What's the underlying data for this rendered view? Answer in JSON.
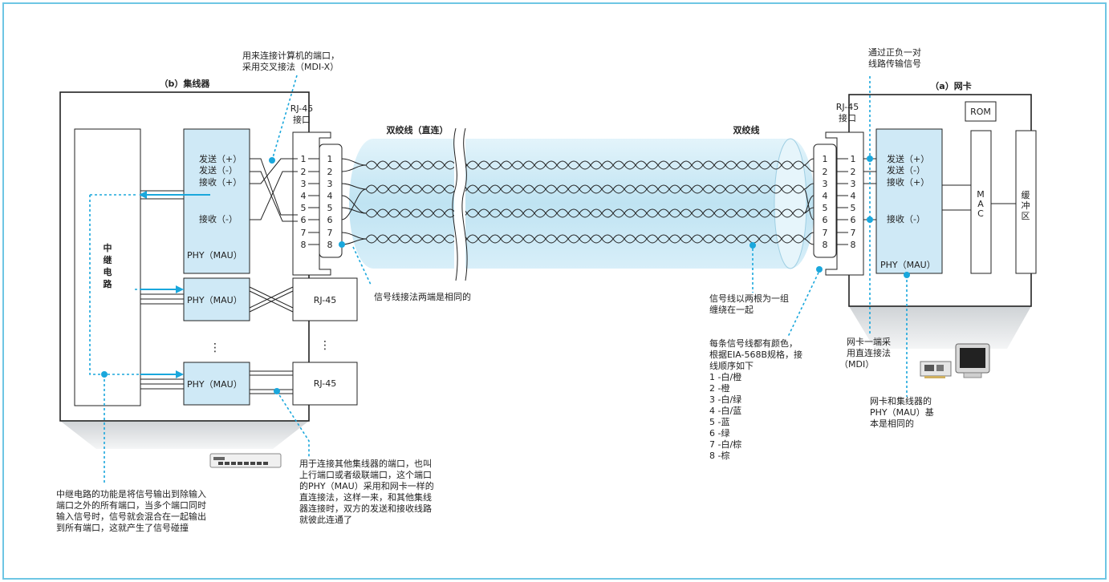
{
  "colors": {
    "frame": "#6ec6e4",
    "accent": "#1aa7dc",
    "blockFill": "#cfe9f6",
    "cable": "#bfe3f2",
    "line": "#222222",
    "shadow": "#d9dcdf"
  },
  "hub": {
    "title": "（b）集线器",
    "repeater_label": [
      "中",
      "继",
      "电",
      "路"
    ],
    "rj45_label": [
      "RJ-45",
      "接口"
    ],
    "phy_main": "PHY（MAU）",
    "phy_port2": "PHY（MAU）",
    "phy_port3": "PHY（MAU）",
    "rj45_port2": "RJ-45",
    "rj45_port3": "RJ-45",
    "tx_plus": "发送（+）",
    "tx_minus": "发送（-）",
    "rx_plus": "接收（+）",
    "rx_minus": "接收（-）",
    "dots": "⋮",
    "note_mdix": [
      "用来连接计算机的端口，",
      "采用交叉接法（MDI-X）"
    ],
    "note_repeater": [
      "中继电路的功能是将信号输出到除输入",
      "端口之外的所有端口，当多个端口同时",
      "输入信号时，信号就会混合在一起输出",
      "到所有端口，这就产生了信号碰撞"
    ],
    "note_uplink": [
      "用于连接其他集线器的端口，也叫",
      "上行端口或者级联端口，这个端口",
      "的PHY（MAU）采用和网卡一样的",
      "直连接法，这样一来，和其他集线",
      "器连接时，双方的发送和接收线路",
      "就彼此连通了"
    ]
  },
  "cable": {
    "label_left": "双绞线（直连）",
    "label_right": "双绞线",
    "pins": [
      "1",
      "2",
      "3",
      "4",
      "5",
      "6",
      "7",
      "8"
    ],
    "note_same": "信号线接法两端是相同的",
    "note_twist": [
      "信号线以两根为一组",
      "缠绕在一起"
    ],
    "note_color": [
      "每条信号线都有颜色，",
      "根据EIA-568B规格，接",
      "线顺序如下",
      "1 -白/橙",
      "2 -橙",
      "3 -白/绿",
      "4 -白/蓝",
      "5 -蓝",
      "6 -绿",
      "7 -白/棕",
      "8 -棕"
    ]
  },
  "nic": {
    "title": "（a）网卡",
    "rom": "ROM",
    "mac": [
      "M",
      "A",
      "C"
    ],
    "buffer": [
      "缓",
      "冲",
      "区"
    ],
    "phy": "PHY（MAU）",
    "rj45_label": [
      "RJ-45",
      "接口"
    ],
    "tx_plus": "发送（+）",
    "tx_minus": "发送（-）",
    "rx_plus": "接收（+）",
    "rx_minus": "接收（-）",
    "note_pair": [
      "通过正负一对",
      "线路传输信号"
    ],
    "note_mdi": [
      "网卡一端采",
      "用直连接法",
      "（MDI）"
    ],
    "note_phy": [
      "网卡和集线器的",
      "PHY（MAU）基",
      "本是相同的"
    ]
  }
}
